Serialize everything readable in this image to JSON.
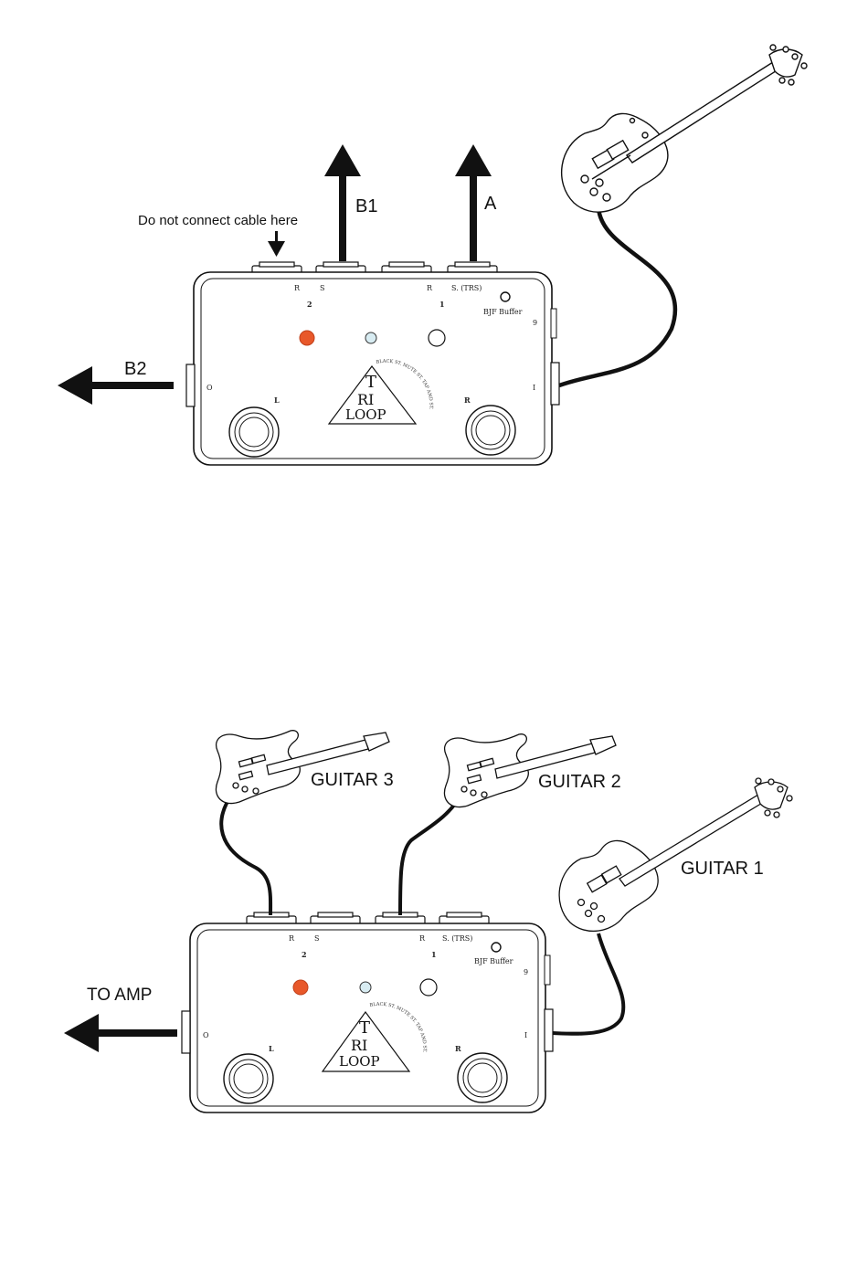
{
  "diagram1": {
    "note": "Do not connect cable here",
    "arrow_b1": "B1",
    "arrow_a": "A",
    "arrow_b2": "B2",
    "pedal": {
      "jack_r2": "R",
      "jack_s2": "S",
      "loop2": "2",
      "jack_r1": "R",
      "jack_s1": "S. (TRS)",
      "loop1": "1",
      "buffer": "BJF Buffer",
      "power": "9",
      "out": "O",
      "in": "I",
      "left_switch": "L",
      "right_switch": "R",
      "logo_t": "T",
      "logo_ri": "RI",
      "logo_loop": "LOOP",
      "arc_text": "BLACK ST. MUTE ST. TAP AND ST."
    }
  },
  "diagram2": {
    "guitar3": "GUITAR 3",
    "guitar2": "GUITAR 2",
    "guitar1": "GUITAR 1",
    "to_amp": "TO AMP",
    "pedal": {
      "jack_r2": "R",
      "jack_s2": "S",
      "loop2": "2",
      "jack_r1": "R",
      "jack_s1": "S. (TRS)",
      "loop1": "1",
      "buffer": "BJF Buffer",
      "power": "9",
      "out": "O",
      "in": "I",
      "left_switch": "L",
      "right_switch": "R",
      "logo_t": "T",
      "logo_ri": "RI",
      "logo_loop": "LOOP",
      "arc_text": "BLACK ST. MUTE ST. TAP AND ST."
    }
  },
  "colors": {
    "led_active": "#e8582a",
    "led_blue": "#d8ecf2",
    "ink": "#111111"
  }
}
